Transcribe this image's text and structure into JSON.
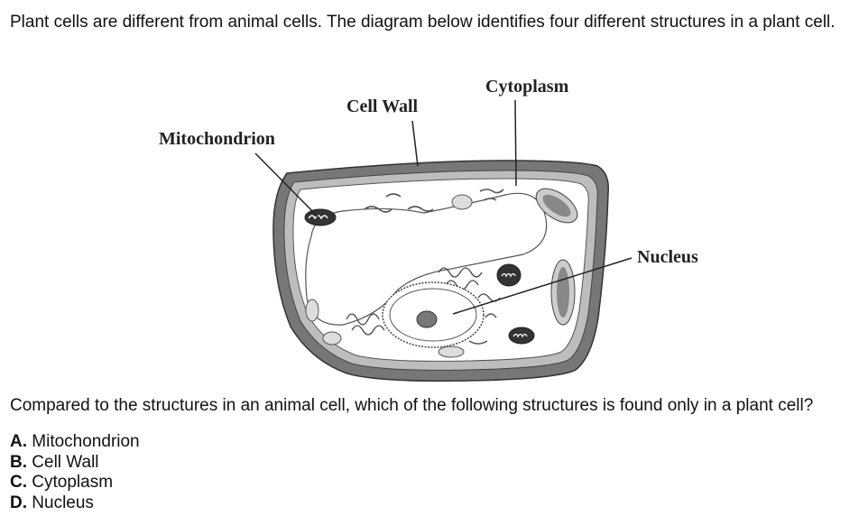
{
  "intro_text": "Plant cells are different from animal cells. The diagram below identifies four different structures in a plant cell.",
  "diagram": {
    "labels": {
      "mitochondrion": "Mitochondrion",
      "cell_wall": "Cell Wall",
      "cytoplasm": "Cytoplasm",
      "nucleus": "Nucleus"
    }
  },
  "question": "Compared to the structures in an animal cell, which of the following structures is found only in a plant cell?",
  "choices": [
    {
      "letter": "A.",
      "text": "Mitochondrion"
    },
    {
      "letter": "B.",
      "text": "Cell Wall"
    },
    {
      "letter": "C.",
      "text": "Cytoplasm"
    },
    {
      "letter": "D.",
      "text": "Nucleus"
    }
  ]
}
